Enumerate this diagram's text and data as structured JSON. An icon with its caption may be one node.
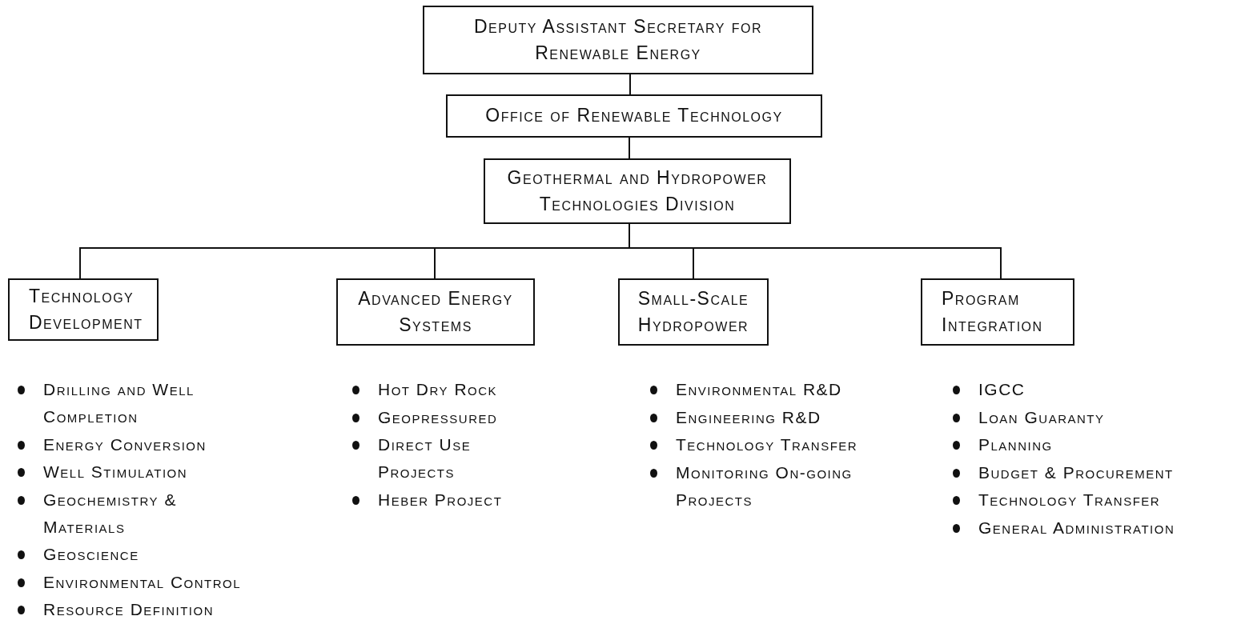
{
  "diagram": {
    "nodes": [
      {
        "text": [
          "Deputy Assistant Secretary for Renewable Energy"
        ]
      },
      {
        "text": [
          "Office of Renewable Technology"
        ]
      },
      {
        "text": [
          "Geothermal and Hydropower Technologies Division"
        ]
      },
      {
        "text": [
          "Technology Development"
        ]
      },
      {
        "text": [
          "Advanced Energy Systems"
        ]
      },
      {
        "text": [
          "Small-Scale Hydropower"
        ]
      },
      {
        "text": [
          "Program Integration"
        ]
      }
    ],
    "edges": [
      {
        "from": 0,
        "to": 1,
        "arrow": "none"
      },
      {
        "from": 1,
        "to": 2,
        "arrow": "none"
      },
      {
        "from": 2,
        "to": 3,
        "arrow": "none"
      },
      {
        "from": 2,
        "to": 4,
        "arrow": "none"
      },
      {
        "from": 2,
        "to": 5,
        "arrow": "none"
      },
      {
        "from": 2,
        "to": 6,
        "arrow": "none"
      }
    ],
    "labels": [
      "Drilling and Well Completion",
      "Energy Conversion",
      "Well Stimulation",
      "Geochemistry & Materials",
      "Geoscience",
      "Environmental Control",
      "Resource Definition",
      "Hot Dry Rock",
      "Geopressured",
      "Direct Use Projects",
      "Heber Project",
      "Environmental R&D",
      "Engineering R&D",
      "Technology Transfer",
      "Monitoring On-going Projects",
      "IGCC",
      "Loan Guaranty",
      "Planning",
      "Budget & Procurement",
      "Technology Transfer",
      "General Administration"
    ]
  }
}
